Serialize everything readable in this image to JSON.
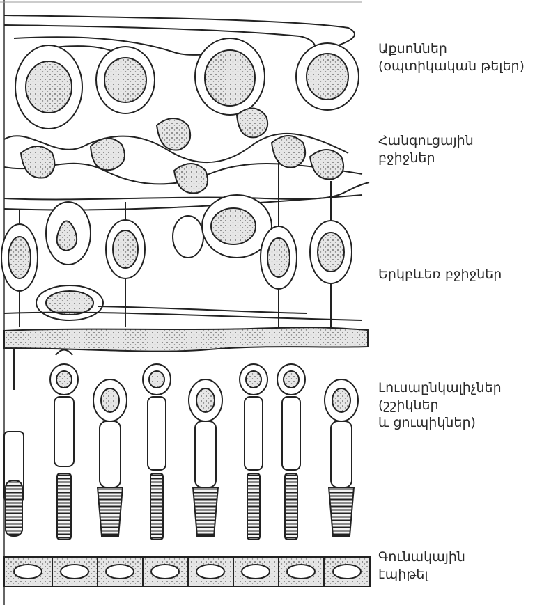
{
  "labels": {
    "axons": {
      "lines": [
        "Աքսոններ",
        "(օպտիկական թելեր)"
      ]
    },
    "ganglion": {
      "lines": [
        "Հանգուցային",
        "բջիջներ"
      ]
    },
    "bipolar": {
      "lines": [
        "Երկբևեռ բջիջներ"
      ]
    },
    "photoreceptors": {
      "lines": [
        "Լուսաընկալիչներ",
        "(շշիկներ",
        "և ցուպիկներ)"
      ]
    },
    "epithelium": {
      "lines": [
        "Գունակային",
        "էպիթել"
      ]
    }
  },
  "colors": {
    "background": "#ffffff",
    "ink": "#2a2a2a",
    "layer_fill": "#e9e9e9"
  }
}
